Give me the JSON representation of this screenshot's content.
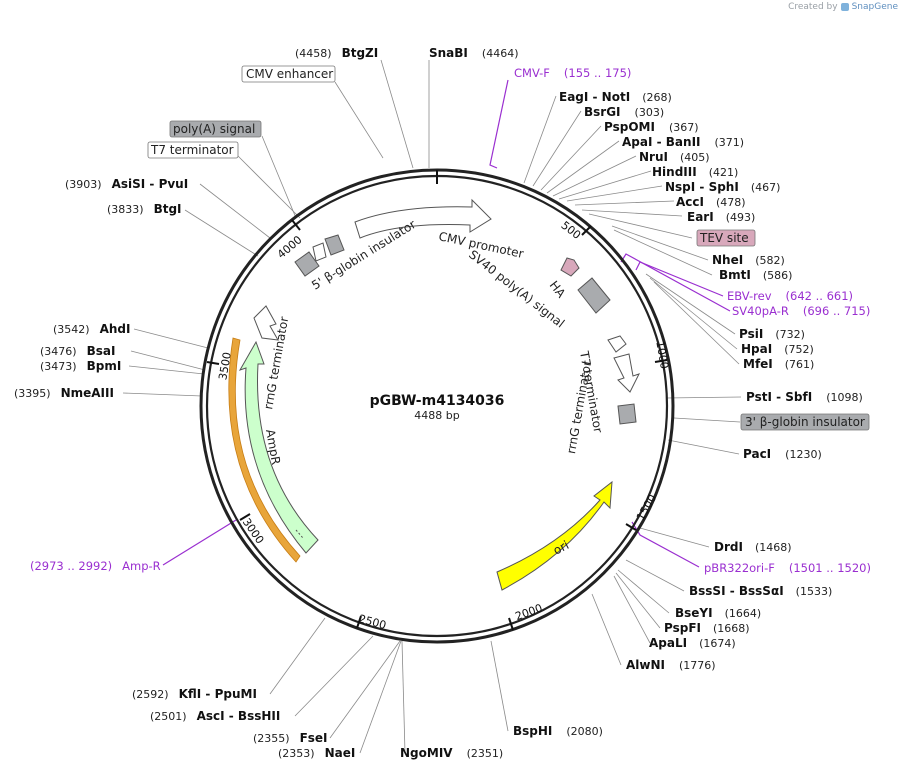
{
  "credit": {
    "prefix": "Created by",
    "brand": "SnapGene"
  },
  "plasmid": {
    "name": "pGBW-m4134036",
    "length": "4488 bp"
  },
  "ticks": [
    "500",
    "1000",
    "1500",
    "2000",
    "2500",
    "3000",
    "3500",
    "4000"
  ],
  "enzymes": [
    {
      "name": "BtgZI",
      "pos": "(4458)"
    },
    {
      "name": "SnaBI",
      "pos": "(4464)"
    },
    {
      "name": "EagI  -  NotI",
      "pos": "(268)"
    },
    {
      "name": "BsrGI",
      "pos": "(303)"
    },
    {
      "name": "PspOMI",
      "pos": "(367)"
    },
    {
      "name": "ApaI  -  BanII",
      "pos": "(371)"
    },
    {
      "name": "NruI",
      "pos": "(405)"
    },
    {
      "name": "HindIII",
      "pos": "(421)"
    },
    {
      "name": "NspI  -  SphI",
      "pos": "(467)"
    },
    {
      "name": "AccI",
      "pos": "(478)"
    },
    {
      "name": "EarI",
      "pos": "(493)"
    },
    {
      "name": "NheI",
      "pos": "(582)"
    },
    {
      "name": "BmtI",
      "pos": "(586)"
    },
    {
      "name": "PsiI",
      "pos": "(732)"
    },
    {
      "name": "HpaI",
      "pos": "(752)"
    },
    {
      "name": "MfeI",
      "pos": "(761)"
    },
    {
      "name": "PstI  -  SbfI",
      "pos": "(1098)"
    },
    {
      "name": "PacI",
      "pos": "(1230)"
    },
    {
      "name": "DrdI",
      "pos": "(1468)"
    },
    {
      "name": "BssSI  -  BssSαI",
      "pos": "(1533)"
    },
    {
      "name": "BseYI",
      "pos": "(1664)"
    },
    {
      "name": "PspFI",
      "pos": "(1668)"
    },
    {
      "name": "ApaLI",
      "pos": "(1674)"
    },
    {
      "name": "AlwNI",
      "pos": "(1776)"
    },
    {
      "name": "BspHI",
      "pos": "(2080)"
    },
    {
      "name": "NgoMIV",
      "pos": "(2351)"
    },
    {
      "name": "NaeI",
      "pos": "(2353)"
    },
    {
      "name": "FseI",
      "pos": "(2355)"
    },
    {
      "name": "AscI  -  BssHII",
      "pos": "(2501)"
    },
    {
      "name": "KflI  -  PpuMI",
      "pos": "(2592)"
    },
    {
      "name": "NmeAIII",
      "pos": "(3395)"
    },
    {
      "name": "BpmI",
      "pos": "(3473)"
    },
    {
      "name": "BsaI",
      "pos": "(3476)"
    },
    {
      "name": "AhdI",
      "pos": "(3542)"
    },
    {
      "name": "BtgI",
      "pos": "(3833)"
    },
    {
      "name": "AsiSI  -  PvuI",
      "pos": "(3903)"
    }
  ],
  "primers": [
    {
      "name": "CMV-F",
      "range": "(155 .. 175)"
    },
    {
      "name": "EBV-rev",
      "range": "(642 .. 661)"
    },
    {
      "name": "SV40pA-R",
      "range": "(696 .. 715)"
    },
    {
      "name": "pBR322ori-F",
      "range": "(1501 .. 1520)"
    },
    {
      "name": "Amp-R",
      "range": "(2973 .. 2992)"
    }
  ],
  "boxed_labels": {
    "cmv_enhancer": "CMV enhancer",
    "polya_signal": "poly(A) signal",
    "t7_terminator": "T7 terminator",
    "tev_site": "TEV site",
    "beta_globin_3": "3' β-globin insulator"
  },
  "feature_labels": {
    "beta_globin_5": "5' β-globin insulator",
    "cmv_promoter": "CMV promoter",
    "sv40_polya": "SV40 poly(A) signal",
    "ha": "HA",
    "t7_terminator_inner": "T7 terminator",
    "rrng_terminator_right": "rrnG terminator",
    "rrng_terminator_left": "rrnG terminator",
    "ampr": "AmpR",
    "ori": "ori"
  },
  "colors": {
    "backbone": "#222222",
    "primer": "#9a2fd0",
    "ori": "#ffff00",
    "ampr": "#ccffcc",
    "ampr_outline": "#e8a53a",
    "grey_feature": "#a9abae",
    "tev": "#d8a8bb",
    "white_feature": "#ffffff"
  }
}
